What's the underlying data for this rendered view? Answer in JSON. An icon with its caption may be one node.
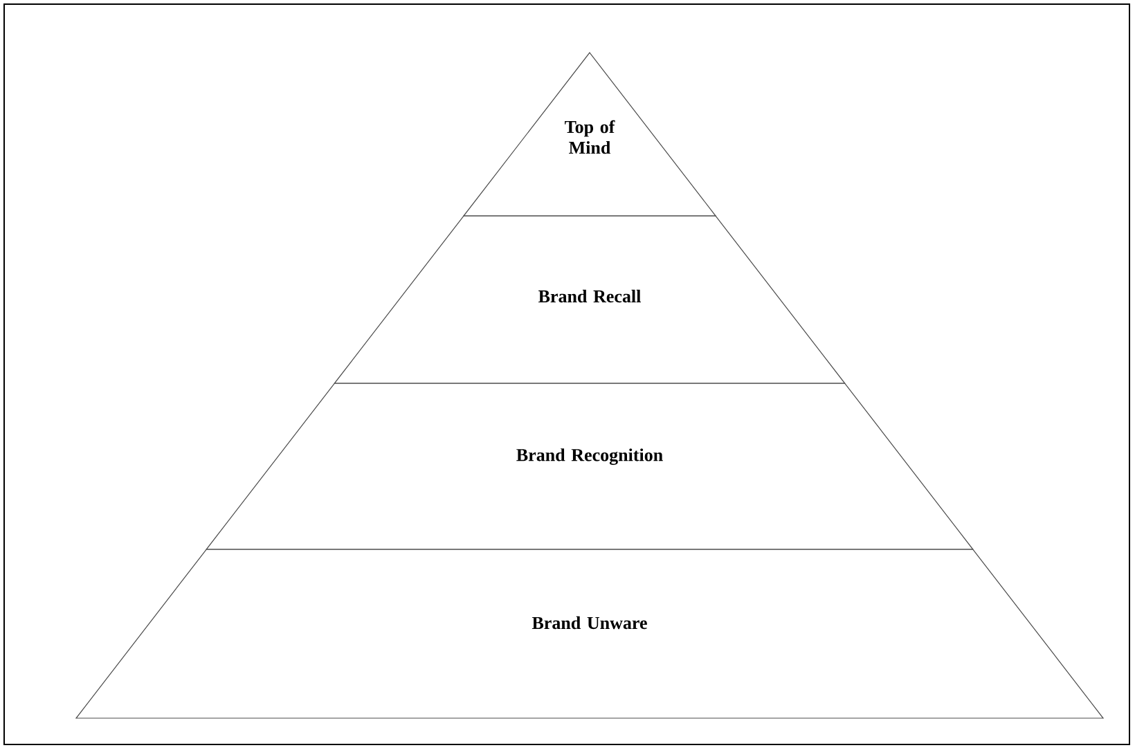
{
  "diagram": {
    "nodes": [
      {
        "text": [
          "Top of Mind"
        ]
      },
      {
        "text": [
          "Brand Recall"
        ]
      },
      {
        "text": [
          "Brand Recognition"
        ]
      },
      {
        "text": [
          "Brand Unware"
        ]
      }
    ]
  }
}
